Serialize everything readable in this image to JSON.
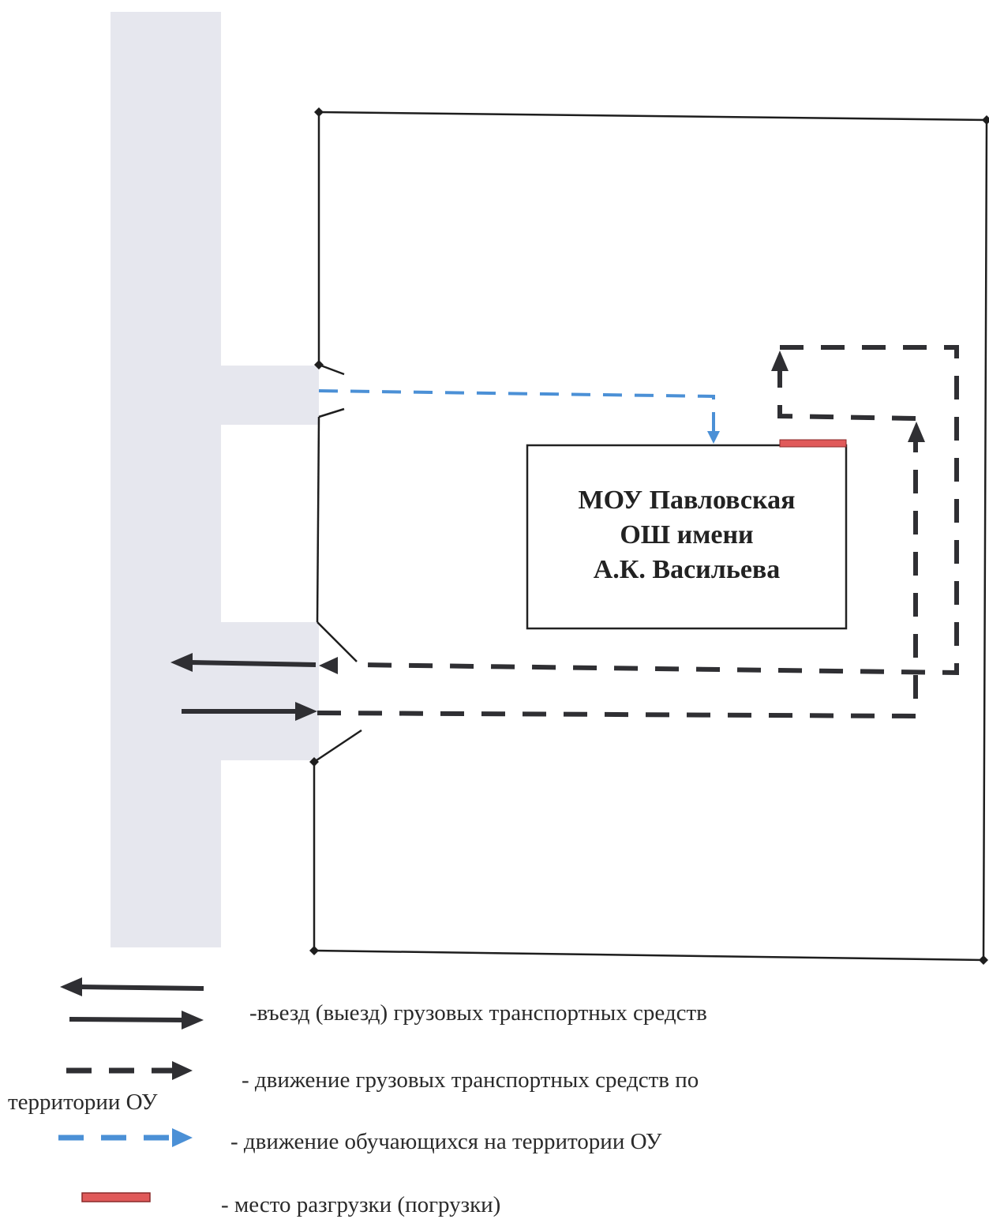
{
  "building": {
    "line1": "МОУ Павловская",
    "line2": "ОШ имени",
    "line3": "А.К. Васильева"
  },
  "legend": {
    "truck_entry_exit": "-въезд (выезд) грузовых транспортных средств",
    "truck_movement_line1": "- движение грузовых транспортных средств по",
    "truck_movement_line2": "территории ОУ",
    "student_movement": "- движение обучающихся на территории ОУ",
    "unloading_place": "- место разгрузки (погрузки)"
  },
  "colors": {
    "road": "#e6e7ee",
    "truck_route": "#2f2f33",
    "student_route": "#4b90d6",
    "unloading_marker": "#e05a5a",
    "fence": "#1e1e1e"
  }
}
